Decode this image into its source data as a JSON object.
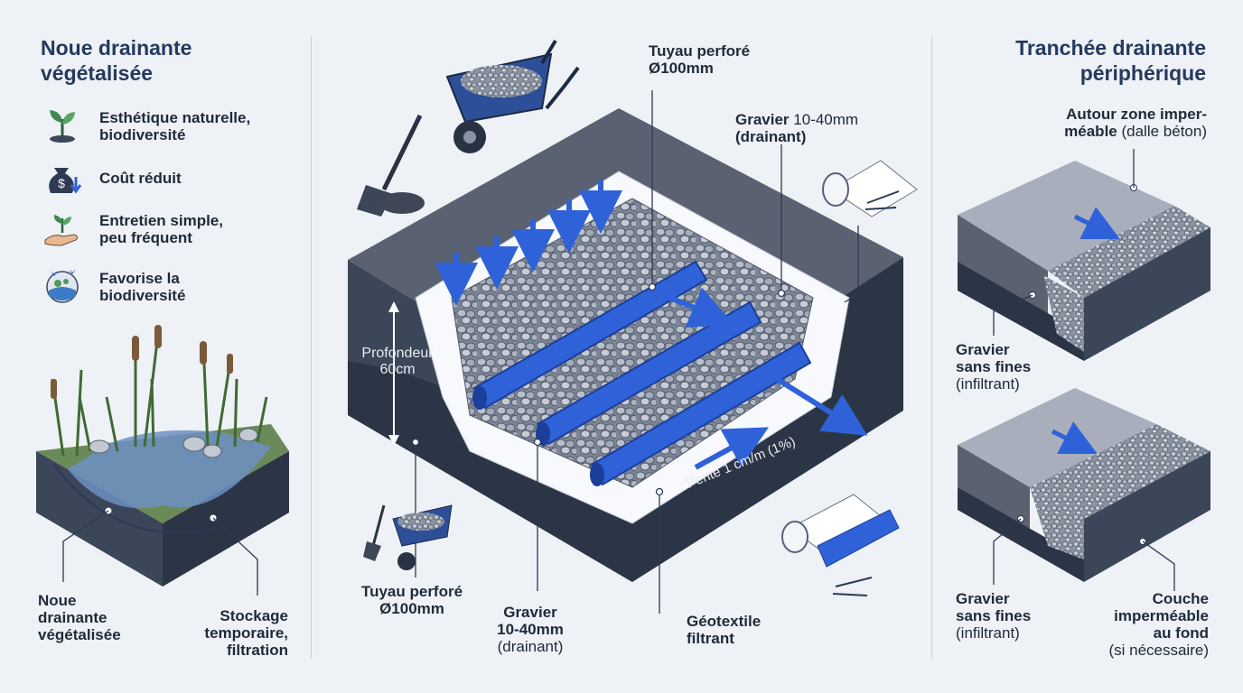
{
  "left_panel": {
    "title_line1": "Noue drainante",
    "title_line2": "végétalisée",
    "benefits": [
      {
        "icon": "seedling-icon",
        "line1": "Esthétique naturelle,",
        "line2": "biodiversité"
      },
      {
        "icon": "money-bag-down-icon",
        "line1": "Coût réduit",
        "line2": ""
      },
      {
        "icon": "hand-plant-icon",
        "line1": "Entretien simple,",
        "line2": "peu fréquent"
      },
      {
        "icon": "butterfly-globe-icon",
        "line1": "Favorise la",
        "line2": "biodiversité"
      }
    ],
    "callout_noue": [
      "Noue",
      "drainante",
      "végétalisée"
    ],
    "callout_storage": [
      "Stockage",
      "temporaire,",
      "filtration"
    ]
  },
  "center_panel": {
    "pipe_top": [
      "Tuyau perforé",
      "Ø100mm"
    ],
    "gravel_top_bold": "Gravier",
    "gravel_top_size": "10-40mm",
    "gravel_top_line2": "(drainant)",
    "depth": [
      "Profondeur",
      "60cm"
    ],
    "slope": "Pente 1 cm/m (1%)",
    "pipe_bottom": [
      "Tuyau perforé",
      "Ø100mm"
    ],
    "gravel_bottom": [
      "Gravier",
      "10-40mm",
      "(drainant)"
    ],
    "geotextile": [
      "Géotextile",
      "filtrant"
    ]
  },
  "right_panel": {
    "title_line1": "Tranchée drainante",
    "title_line2": "périphérique",
    "surround_bold1": "Autour zone imper-",
    "surround_bold2": "méable",
    "surround_paren": "(dalle béton)",
    "gravel_a": [
      "Gravier",
      "sans fines",
      "(infiltrant)"
    ],
    "gravel_b": [
      "Gravier",
      "sans fines",
      "(infiltrant)"
    ],
    "layer": [
      "Couche",
      "imperméable",
      "au fond",
      "(si nécessaire)"
    ]
  },
  "colors": {
    "accent_blue": "#2f62d8",
    "dark_soil": "#3b4658",
    "title": "#243a5e",
    "gravel": "#9aa3b1",
    "geotextile": "#ffffff"
  }
}
